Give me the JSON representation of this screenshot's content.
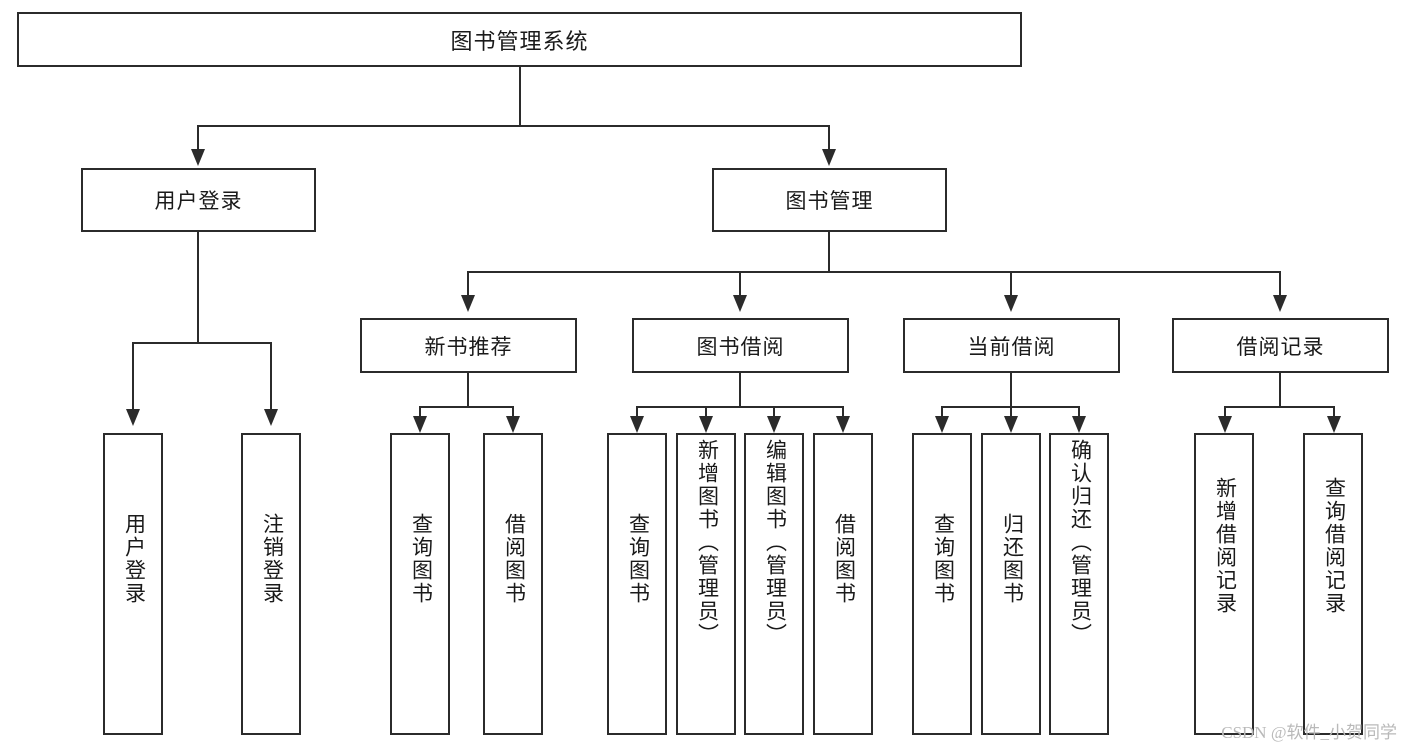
{
  "diagram": {
    "type": "tree",
    "title": "图书管理系统",
    "root": {
      "label": "图书管理系统"
    },
    "level2": [
      {
        "id": "user-login",
        "label": "用户登录"
      },
      {
        "id": "book-manage",
        "label": "图书管理"
      }
    ],
    "level3": [
      {
        "id": "new-book-recommend",
        "label": "新书推荐"
      },
      {
        "id": "book-borrow",
        "label": "图书借阅"
      },
      {
        "id": "current-borrow",
        "label": "当前借阅"
      },
      {
        "id": "borrow-record",
        "label": "借阅记录"
      }
    ],
    "leaves": {
      "user_login": [
        {
          "id": "leaf-user-login",
          "label": "用户登录"
        },
        {
          "id": "leaf-user-logout",
          "label": "注销登录"
        }
      ],
      "new_book_recommend": [
        {
          "id": "leaf-query-book-1",
          "label": "查询图书"
        },
        {
          "id": "leaf-borrow-book-1",
          "label": "借阅图书"
        }
      ],
      "book_borrow": [
        {
          "id": "leaf-query-book-2",
          "label": "查询图书"
        },
        {
          "id": "leaf-add-book",
          "label": "新增图书（管理员）"
        },
        {
          "id": "leaf-edit-book",
          "label": "编辑图书（管理员）"
        },
        {
          "id": "leaf-borrow-book-2",
          "label": "借阅图书"
        }
      ],
      "current_borrow": [
        {
          "id": "leaf-query-book-3",
          "label": "查询图书"
        },
        {
          "id": "leaf-return-book",
          "label": "归还图书"
        },
        {
          "id": "leaf-confirm-return",
          "label": "确认归还（管理员）"
        }
      ],
      "borrow_record": [
        {
          "id": "leaf-add-record",
          "label": "新增借阅记录"
        },
        {
          "id": "leaf-query-record",
          "label": "查询借阅记录"
        }
      ]
    }
  },
  "watermark": {
    "text": "CSDN @软件_小贺同学"
  },
  "colors": {
    "stroke": "#2b2b2b",
    "fill": "#ffffff",
    "text": "#1a1a1a",
    "watermark": "#b9b9b9"
  }
}
